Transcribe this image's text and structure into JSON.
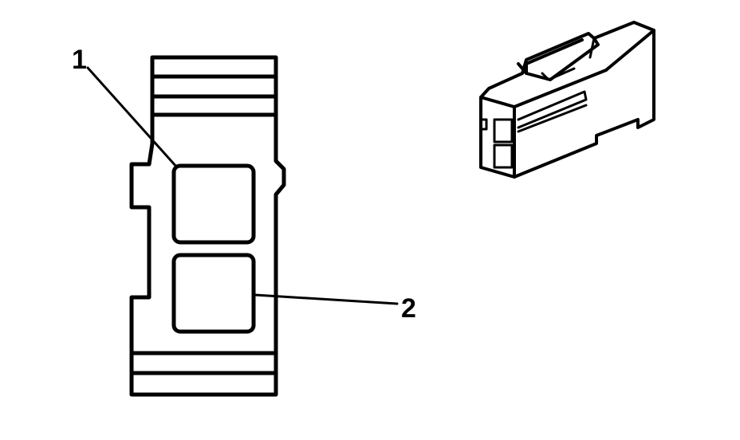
{
  "callouts": [
    {
      "id": "1",
      "label": "1"
    },
    {
      "id": "2",
      "label": "2"
    }
  ],
  "colors": {
    "ink": "#000000",
    "background": "#ffffff"
  }
}
